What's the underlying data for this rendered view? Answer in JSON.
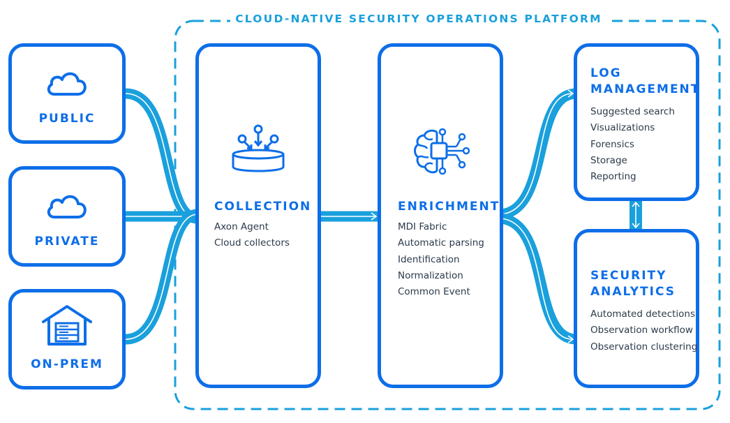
{
  "platform": {
    "title": "CLOUD-NATIVE SECURITY OPERATIONS PLATFORM"
  },
  "sources": [
    {
      "label": "PUBLIC",
      "icon": "cloud-icon"
    },
    {
      "label": "PRIVATE",
      "icon": "cloud-icon"
    },
    {
      "label": "ON-PREM",
      "icon": "building-server-icon"
    }
  ],
  "collection": {
    "title": "COLLECTION",
    "items": [
      "Axon Agent",
      "Cloud collectors"
    ],
    "icon": "collection-tray-icon"
  },
  "enrichment": {
    "title": "ENRICHMENT",
    "items": [
      "MDI Fabric",
      "Automatic parsing",
      "Identification",
      "Normalization",
      "Common Event"
    ],
    "icon": "brain-chip-icon"
  },
  "log_management": {
    "title_line1": "LOG",
    "title_line2": "MANAGEMENT",
    "items": [
      "Suggested search",
      "Visualizations",
      "Forensics",
      "Storage",
      "Reporting"
    ]
  },
  "security_analytics": {
    "title_line1": "SECURITY",
    "title_line2": "ANALYTICS",
    "items": [
      "Automated detections",
      "Observation workflow",
      "Observation clustering"
    ]
  },
  "colors": {
    "primary": "#0d6ee8",
    "flow": "#1aa0dc",
    "text": "#2b3a4a"
  }
}
